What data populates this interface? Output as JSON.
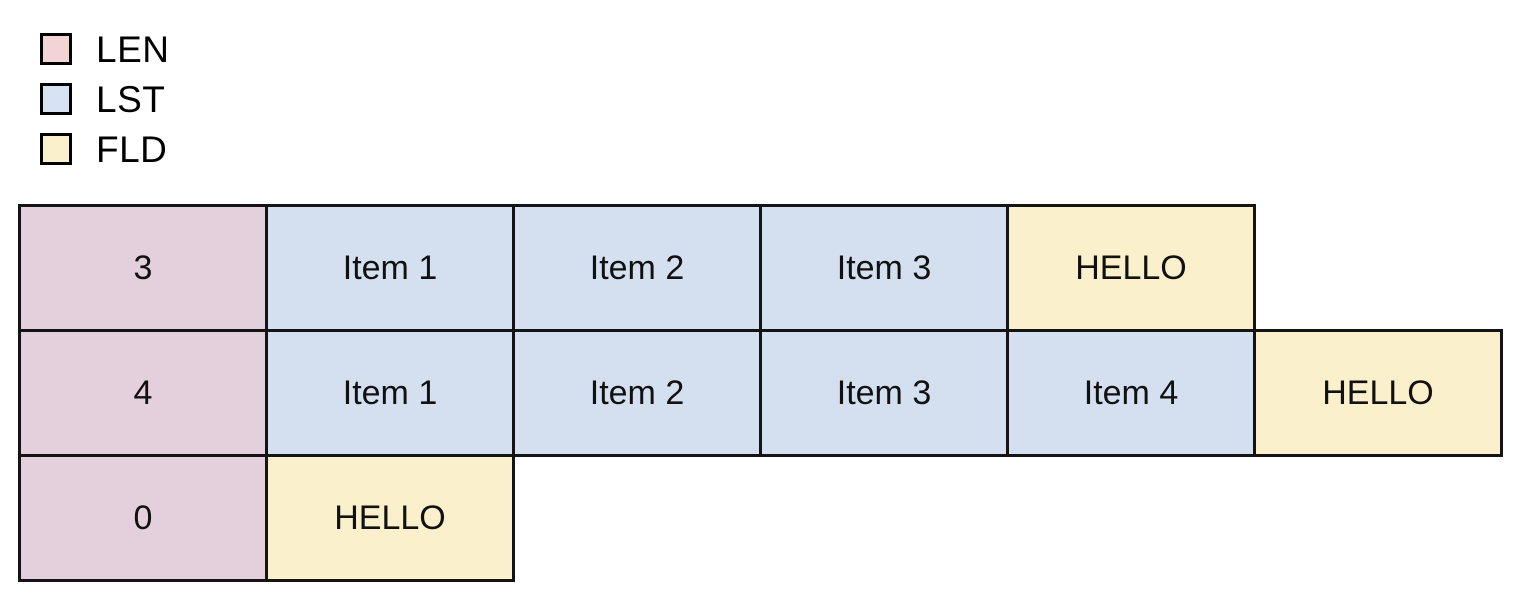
{
  "legend": {
    "items": [
      {
        "label": "LEN",
        "color": "#f3d4d4",
        "icon": "color-swatch-icon"
      },
      {
        "label": "LST",
        "color": "#d7e2f2",
        "icon": "color-swatch-icon"
      },
      {
        "label": "FLD",
        "color": "#fbf0cc",
        "icon": "color-swatch-icon"
      }
    ]
  },
  "colors": {
    "len": "#e4d0dd",
    "lst": "#d4e0f0",
    "fld": "#fbf0cc",
    "border": "#141414",
    "background": "#ffffff"
  },
  "table": {
    "rows": [
      {
        "name": "row-len-3",
        "cells": [
          {
            "text": "3",
            "kind": "LEN",
            "width": "std"
          },
          {
            "text": "Item 1",
            "kind": "LST",
            "width": "std"
          },
          {
            "text": "Item 2",
            "kind": "LST",
            "width": "std"
          },
          {
            "text": "Item 3",
            "kind": "LST",
            "width": "std"
          },
          {
            "text": "HELLO",
            "kind": "FLD",
            "width": "std"
          }
        ]
      },
      {
        "name": "row-len-4",
        "cells": [
          {
            "text": "4",
            "kind": "LEN",
            "width": "std"
          },
          {
            "text": "Item 1",
            "kind": "LST",
            "width": "std"
          },
          {
            "text": "Item 2",
            "kind": "LST",
            "width": "std"
          },
          {
            "text": "Item 3",
            "kind": "LST",
            "width": "std"
          },
          {
            "text": "Item 4",
            "kind": "LST",
            "width": "std"
          },
          {
            "text": "HELLO",
            "kind": "FLD",
            "width": "std"
          }
        ]
      },
      {
        "name": "row-len-0",
        "cells": [
          {
            "text": "0",
            "kind": "LEN",
            "width": "std"
          },
          {
            "text": "HELLO",
            "kind": "FLD",
            "width": "std"
          }
        ]
      }
    ]
  }
}
